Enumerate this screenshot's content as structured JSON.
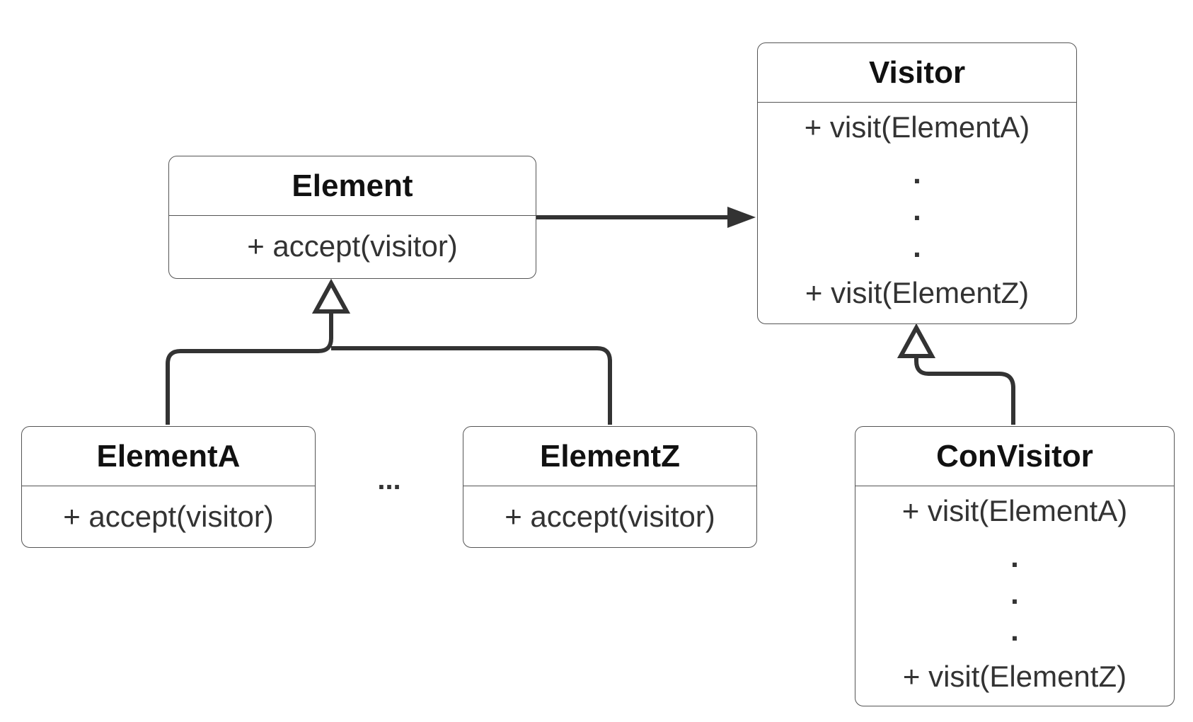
{
  "element": {
    "name": "Element",
    "methods": [
      "+ accept(visitor)"
    ]
  },
  "visitor": {
    "name": "Visitor",
    "method_first": "+ visit(ElementA)",
    "method_last": "+ visit(ElementZ)",
    "dots": [
      ".",
      ".",
      "."
    ]
  },
  "element_a": {
    "name": "ElementA",
    "methods": [
      "+ accept(visitor)"
    ]
  },
  "element_z": {
    "name": "ElementZ",
    "methods": [
      "+ accept(visitor)"
    ]
  },
  "con_visitor": {
    "name": "ConVisitor",
    "method_first": "+ visit(ElementA)",
    "method_last": "+ visit(ElementZ)",
    "dots": [
      ".",
      ".",
      "."
    ]
  },
  "ellipsis": "...",
  "colors": {
    "line": "#333333",
    "border": "#555555",
    "text": "#222222"
  }
}
